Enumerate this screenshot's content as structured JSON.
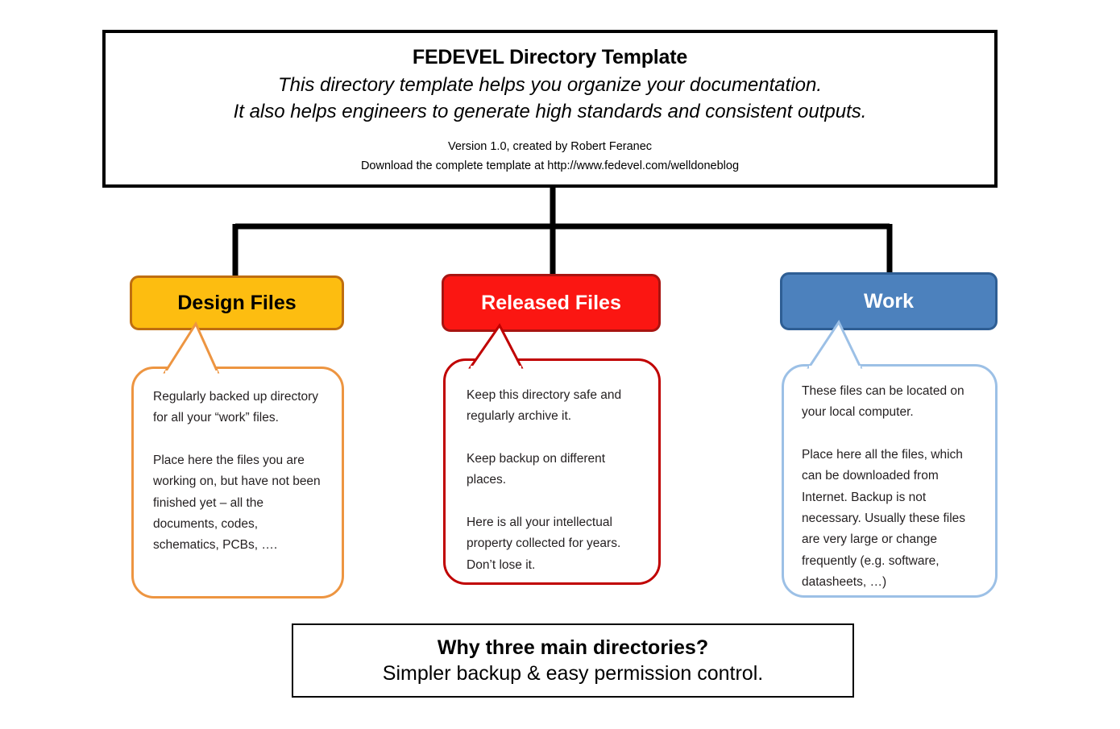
{
  "header": {
    "title": "FEDEVEL Directory Template",
    "subtitle_line1": "This directory template helps you organize your documentation.",
    "subtitle_line2": "It also helps engineers to generate high standards and consistent outputs.",
    "version_line": "Version 1.0, created by Robert Feranec",
    "download_line": "Download the complete template at http://www.fedevel.com/welldoneblog"
  },
  "categories": [
    {
      "label": "Design Files",
      "fill_color": "#FDBD10",
      "border_color": "#BF6E10",
      "text_color": "#000000",
      "callout_border_color": "#ED9541",
      "callout_text": "Regularly backed up directory for all your “work” files.\n\nPlace here the files you are working on, but have not been finished yet – all the documents, codes, schematics, PCBs, …."
    },
    {
      "label": "Released Files",
      "fill_color": "#FB1612",
      "border_color": "#A81411",
      "text_color": "#FFFFFF",
      "callout_border_color": "#C00000",
      "callout_text": "Keep this directory safe and regularly archive it.\n\nKeep backup on different places.\n\nHere is all your intellectual property collected for years. Don’t lose it."
    },
    {
      "label": "Work",
      "fill_color": "#4C81BD",
      "border_color": "#2E5E94",
      "text_color": "#FFFFFF",
      "callout_border_color": "#9CC0E6",
      "callout_text": "These files can be located on your local computer.\n\nPlace here all the files, which can be downloaded from Internet. Backup is not necessary. Usually these files are very large or change frequently (e.g. software, datasheets, …)"
    }
  ],
  "footer": {
    "question": "Why three main directories?",
    "answer": "Simpler backup & easy permission control."
  },
  "connectors": {
    "line_color": "#000000"
  }
}
